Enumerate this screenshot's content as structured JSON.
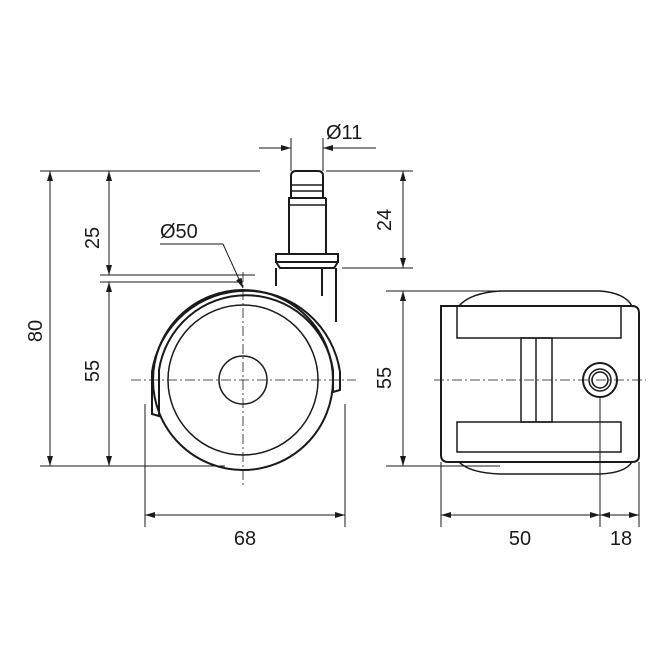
{
  "drawing": {
    "dimensions": {
      "pin_diameter": "Ø11",
      "pin_length": "24",
      "wheel_diameter": "Ø50",
      "overall_height": "80",
      "upper_height": "25",
      "lower_height_front": "55",
      "lower_height_side": "55",
      "front_width": "68",
      "side_width": "50",
      "side_offset": "18"
    },
    "colors": {
      "line": "#1a1a1a",
      "background": "#ffffff"
    }
  }
}
